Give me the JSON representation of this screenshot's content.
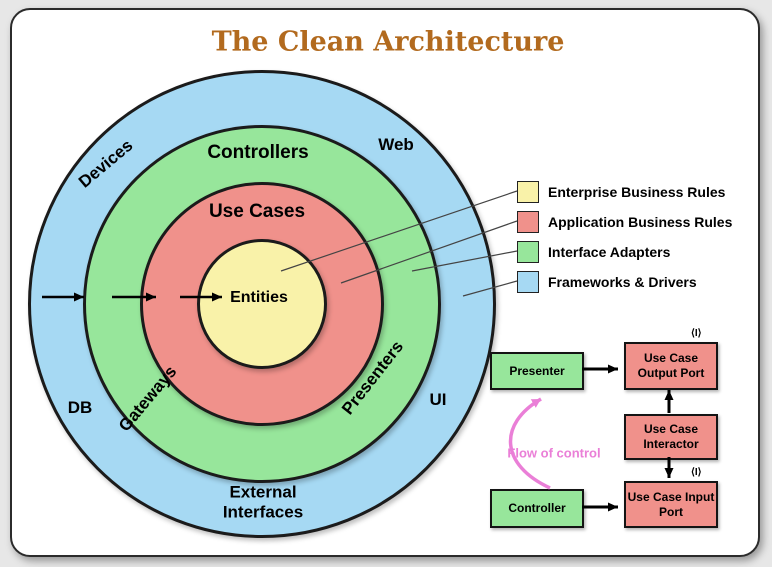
{
  "title": "The Clean Architecture",
  "colors": {
    "title_brown": "#b26a1e",
    "frameworks_blue": "#a6d9f3",
    "adapters_green": "#97e69b",
    "usecases_red": "#f0918b",
    "entities_yellow": "#f9f2a9",
    "flow_pink": "#ea7fd7"
  },
  "circle_labels": {
    "devices": "Devices",
    "web": "Web",
    "db": "DB",
    "ui": "UI",
    "external_interfaces": "External Interfaces",
    "controllers": "Controllers",
    "gateways": "Gateways",
    "presenters": "Presenters",
    "use_cases": "Use Cases",
    "entities": "Entities"
  },
  "legend": {
    "items": [
      {
        "label": "Enterprise Business Rules",
        "color": "#f9f2a9"
      },
      {
        "label": "Application Business Rules",
        "color": "#f0918b"
      },
      {
        "label": "Interface Adapters",
        "color": "#97e69b"
      },
      {
        "label": "Frameworks & Drivers",
        "color": "#a6d9f3"
      }
    ]
  },
  "flow_diagram": {
    "presenter": "Presenter",
    "use_case_output_port": "Use Case Output Port",
    "use_case_interactor": "Use Case Interactor",
    "controller": "Controller",
    "use_case_input_port": "Use Case Input Port",
    "flow_of_control": "Flow of control",
    "interface_marker": "⟨I⟩"
  }
}
